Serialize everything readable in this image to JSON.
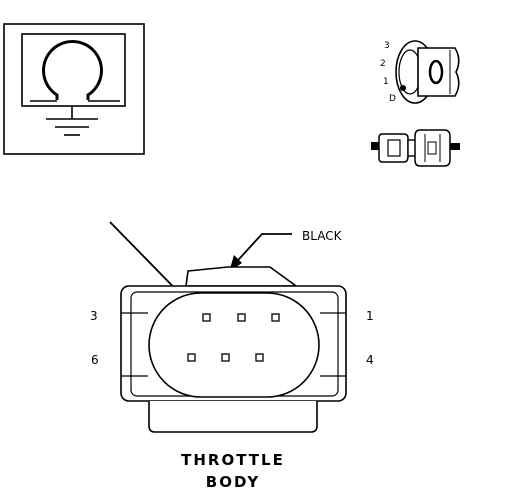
{
  "wire_color_callout": "BLACK",
  "pin_labels": {
    "top_left": "3",
    "top_right": "1",
    "bottom_left": "6",
    "bottom_right": "4"
  },
  "caption": {
    "line1": "THROTTLE",
    "line2": "BODY"
  },
  "lock_positions": [
    "3",
    "2",
    "1",
    "D"
  ],
  "icons": {
    "ground_symbol": "ground-omega-symbol-icon",
    "key_lock": "key-lock-icon",
    "connector_pair": "connector-pair-icon"
  }
}
